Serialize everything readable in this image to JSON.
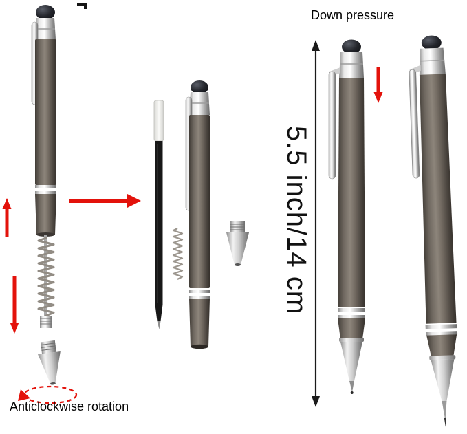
{
  "page": {
    "title": "Stylus ballpoint pen assembly diagram",
    "background": "#ffffff"
  },
  "annotations": {
    "down_pressure": "Down pressure",
    "dimension": "5.5 inch/14 cm",
    "anticlockwise_rotation": "Anticlockwise rotation"
  },
  "colors": {
    "pen_body": "#6f6860",
    "chrome": "#d9d9d9",
    "stylus_dome": "#14151a",
    "refill_black": "#181818",
    "arrow_red": "#e3120b",
    "dimension_text": "#111111",
    "label_text": "#000000"
  }
}
